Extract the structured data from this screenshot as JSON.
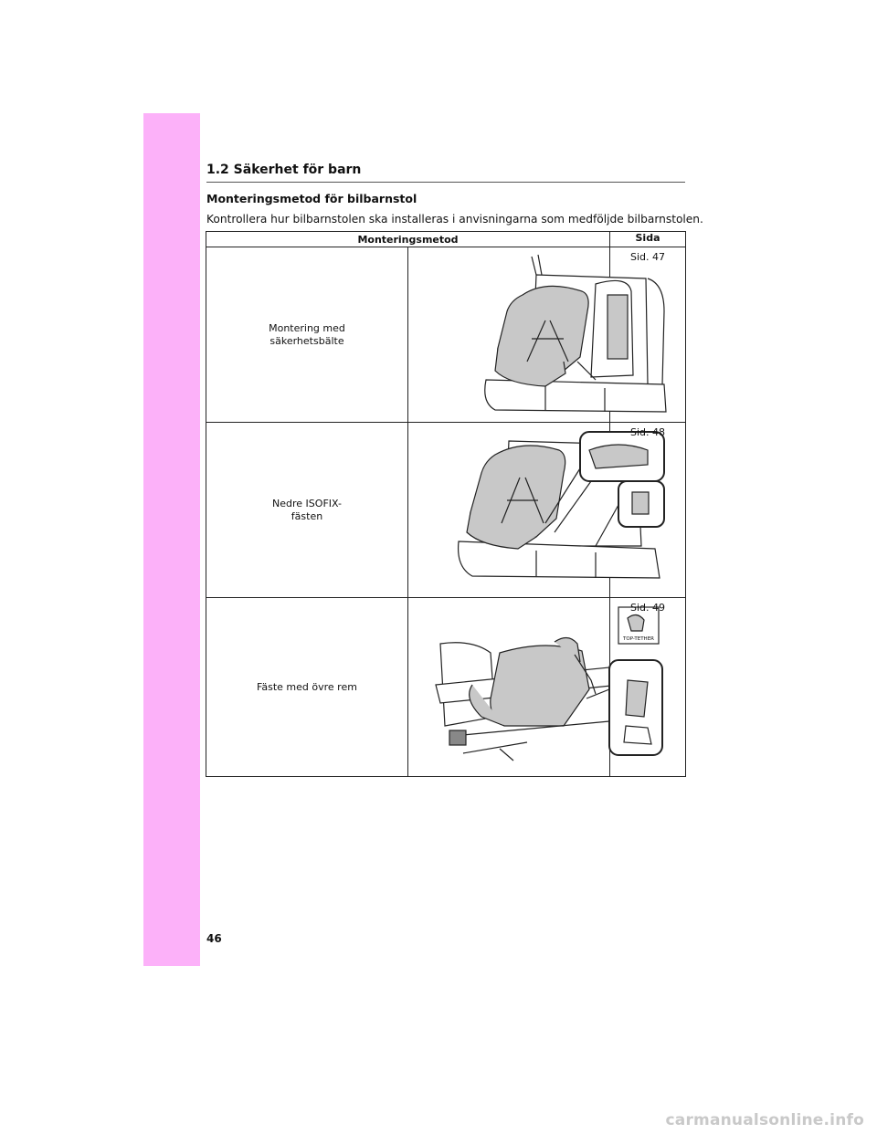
{
  "section": {
    "title": "1.2  Säkerhet för barn"
  },
  "heading": "Monteringsmetod för bilbarnstol",
  "intro": "Kontrollera hur bilbarnstolen ska installeras i anvisningarna som medföljde bilbarnstolen.",
  "table": {
    "headers": [
      "Monteringsmetod",
      "Sida"
    ],
    "rows": [
      {
        "method": "Montering med säkerhetsbälte",
        "page": "Sid. 47",
        "illustration": "child-seat-belt-mounting-illustration"
      },
      {
        "method": "Nedre ISOFIX-fästen",
        "page": "Sid. 48",
        "illustration": "child-seat-isofix-illustration"
      },
      {
        "method": "Fäste med övre rem",
        "page": "Sid. 49",
        "illustration": "child-seat-top-tether-illustration",
        "badge_text": "TOP-TETHER"
      }
    ]
  },
  "page_number": "46",
  "watermark": "carmanualsonline.info",
  "colors": {
    "side_tab": "#fcb1f9",
    "seat_gray": "#c8c8c8"
  }
}
